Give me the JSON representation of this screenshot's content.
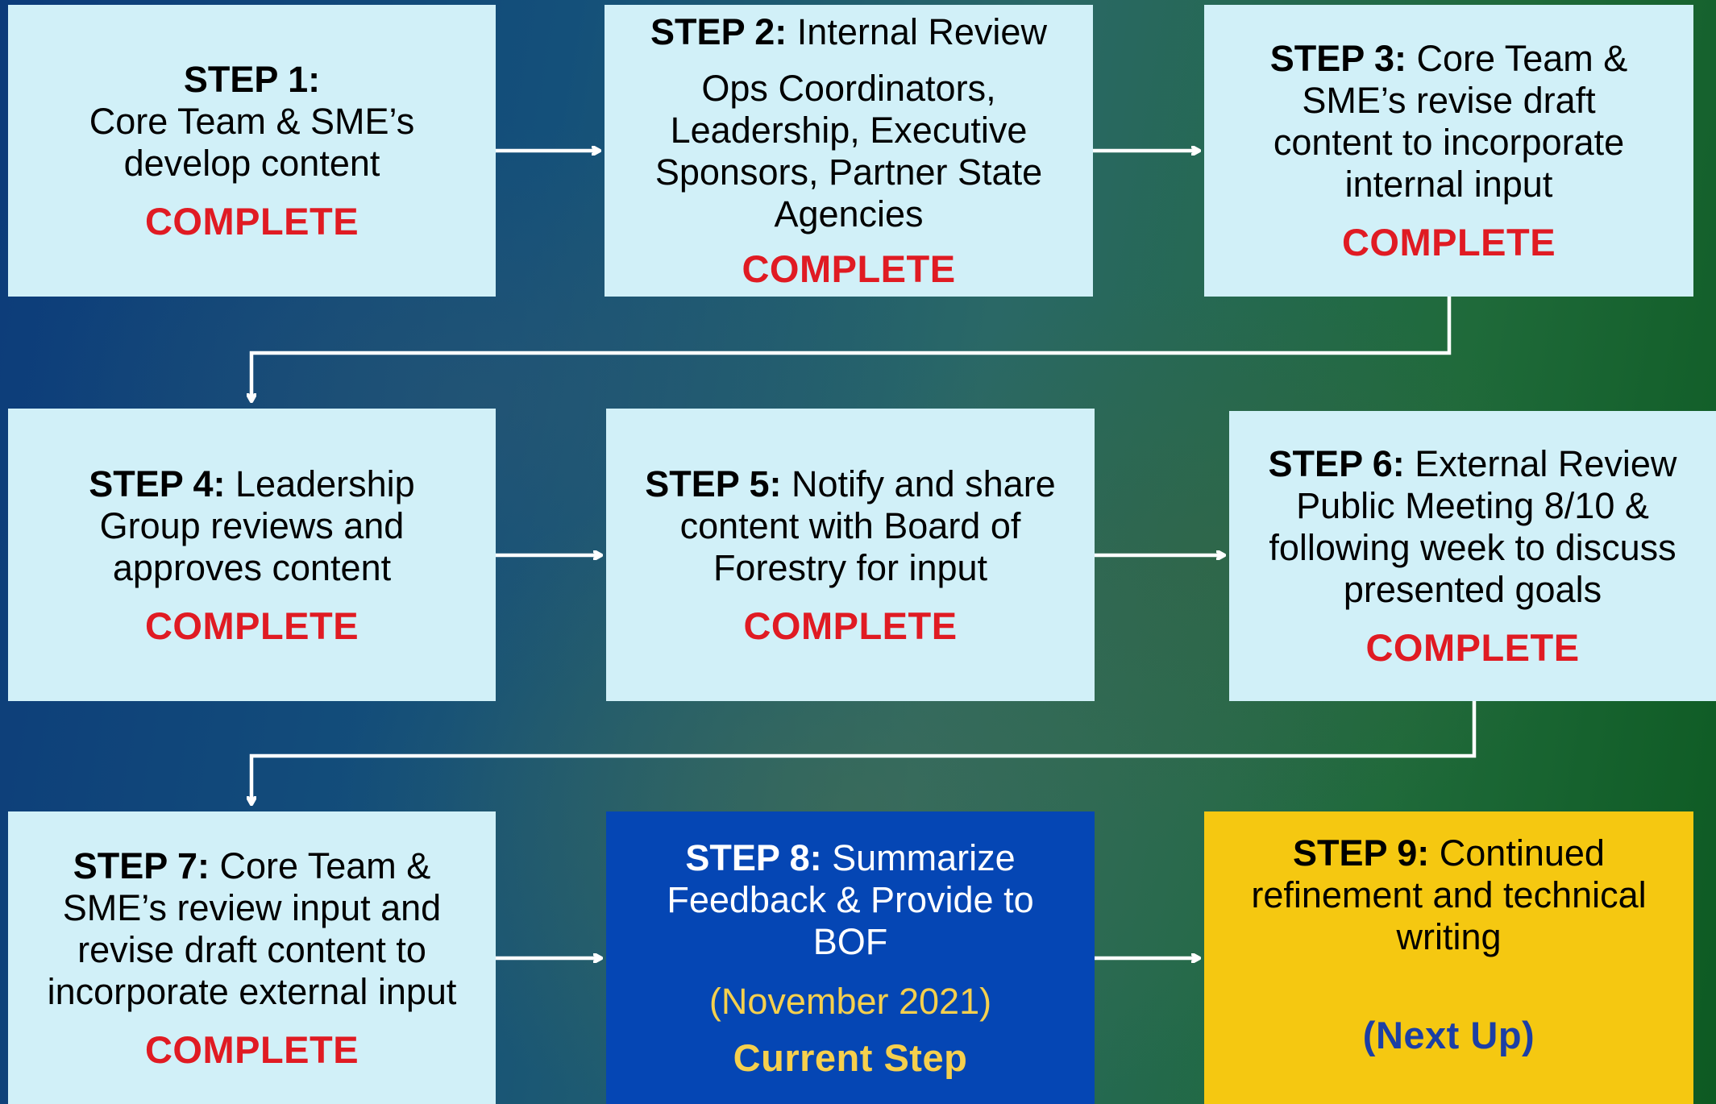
{
  "steps": [
    {
      "label": "STEP 1:",
      "text": "Core Team & SME’s develop content",
      "status": "COMPLETE"
    },
    {
      "label": "STEP 2:",
      "text": "Internal Review",
      "detail": "Ops Coordinators, Leadership, Executive Sponsors, Partner State Agencies",
      "status": "COMPLETE"
    },
    {
      "label": "STEP 3:",
      "text": "Core Team & SME’s revise draft content to incorporate internal input",
      "status": "COMPLETE"
    },
    {
      "label": "STEP 4:",
      "text": "Leadership Group reviews and approves  content",
      "status": "COMPLETE"
    },
    {
      "label": "STEP 5:",
      "text": "Notify and share content with Board of Forestry for input",
      "status": "COMPLETE"
    },
    {
      "label": "STEP 6:",
      "text": "External Review Public Meeting 8/10 & following week to discuss presented goals",
      "status": "COMPLETE"
    },
    {
      "label": "STEP 7:",
      "text": "Core Team & SME’s review input and revise draft content to incorporate external input",
      "status": "COMPLETE"
    },
    {
      "label": "STEP 8:",
      "text": "Summarize Feedback & Provide to BOF",
      "date": "(November 2021)",
      "status": "Current Step"
    },
    {
      "label": "STEP 9:",
      "text": "Continued refinement and technical writing",
      "status": "(Next Up)"
    }
  ],
  "colors": {
    "box": "#d1f0f8",
    "complete": "#e01b23",
    "current_box": "#0546b4",
    "current_text": "#f6d04d",
    "next_box": "#f5c811",
    "next_text": "#1c3fa5",
    "connector": "#ffffff"
  }
}
